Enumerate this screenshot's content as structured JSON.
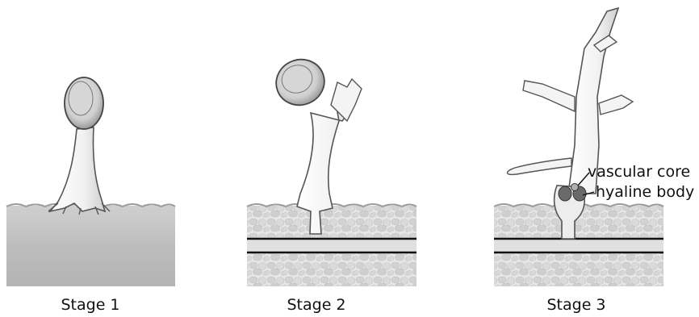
{
  "stages": [
    {
      "label": "Stage 1"
    },
    {
      "label": "Stage 2"
    },
    {
      "label": "Stage 3"
    }
  ],
  "annotations": {
    "vascular_core": "vascular core",
    "hyaline_body": "hyaline body"
  }
}
